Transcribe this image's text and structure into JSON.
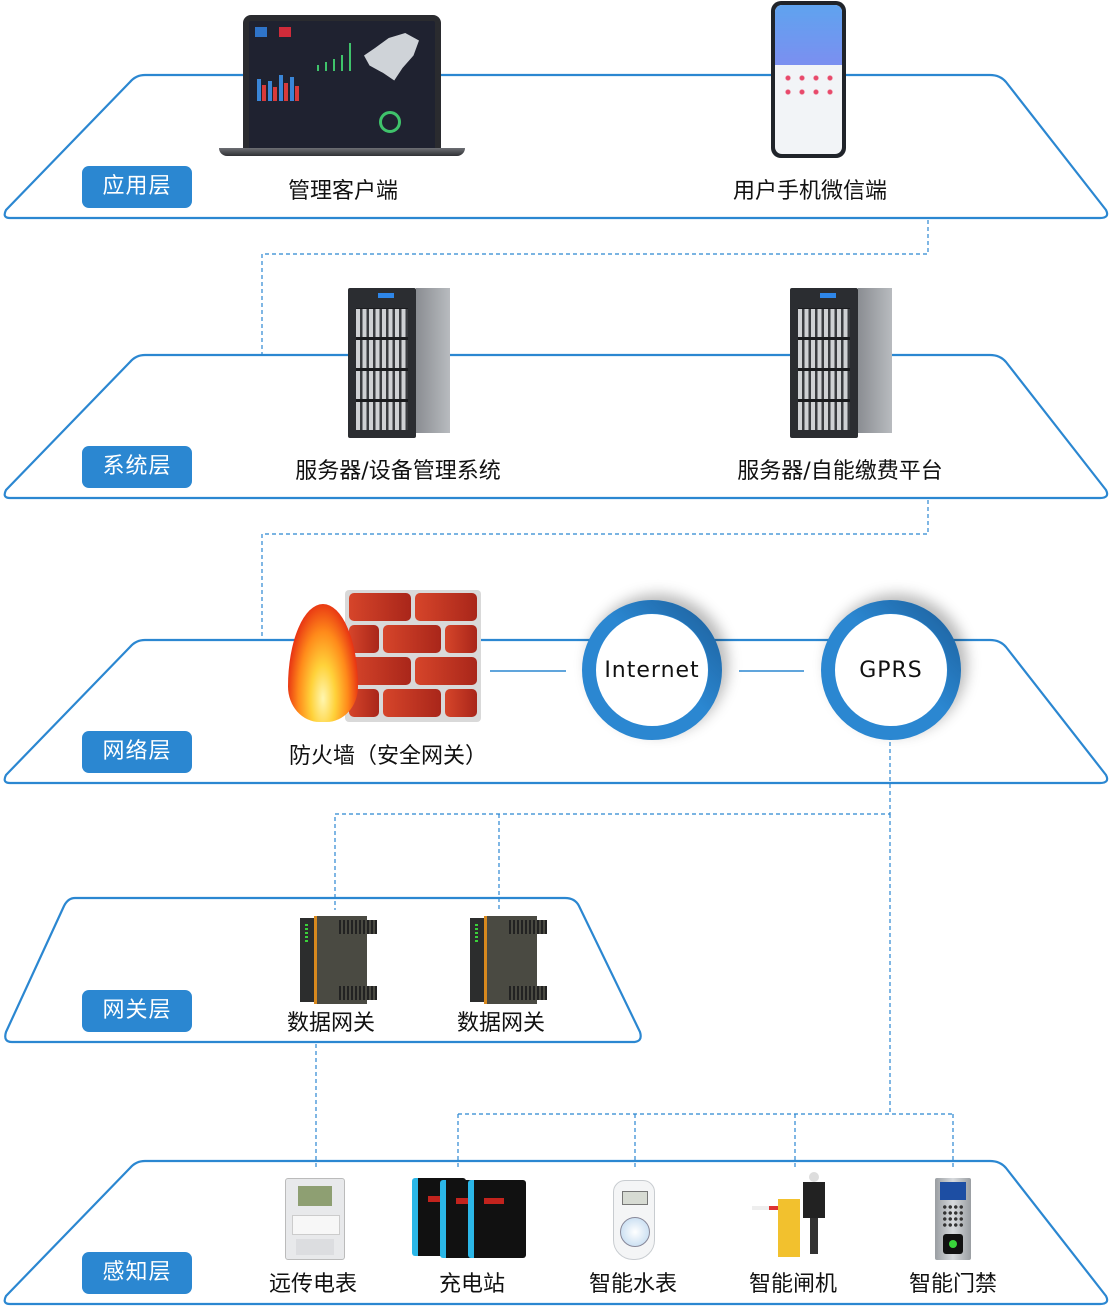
{
  "title": "物联网系统架构图",
  "colors": {
    "accent": "#2b87d1",
    "badge_bg": "#2b87d1",
    "badge_text": "#ffffff",
    "caption_text": "#111111",
    "connector": "#2b87d1"
  },
  "layers": [
    {
      "id": "application",
      "label": "应用层",
      "items": [
        {
          "caption": "管理客户端",
          "icon": "laptop-dashboard-icon"
        },
        {
          "caption": "用户手机微信端",
          "icon": "smartphone-icon"
        }
      ]
    },
    {
      "id": "system",
      "label": "系统层",
      "items": [
        {
          "caption": "服务器/设备管理系统",
          "icon": "tower-server-icon"
        },
        {
          "caption": "服务器/自能缴费平台",
          "icon": "tower-server-icon"
        }
      ]
    },
    {
      "id": "network",
      "label": "网络层",
      "items": [
        {
          "caption": "防火墙（安全网关）",
          "icon": "firewall-icon"
        },
        {
          "caption": "Internet",
          "icon": "ring-node"
        },
        {
          "caption": "GPRS",
          "icon": "ring-node"
        }
      ]
    },
    {
      "id": "gateway",
      "label": "网关层",
      "items": [
        {
          "caption": "数据网关",
          "icon": "data-gateway-icon"
        },
        {
          "caption": "数据网关",
          "icon": "data-gateway-icon"
        }
      ]
    },
    {
      "id": "sensing",
      "label": "感知层",
      "items": [
        {
          "caption": "远传电表",
          "icon": "electric-meter-icon"
        },
        {
          "caption": "充电站",
          "icon": "charging-station-icon"
        },
        {
          "caption": "智能水表",
          "icon": "water-meter-icon"
        },
        {
          "caption": "智能闸机",
          "icon": "barrier-gate-icon"
        },
        {
          "caption": "智能门禁",
          "icon": "access-control-icon"
        }
      ]
    }
  ]
}
